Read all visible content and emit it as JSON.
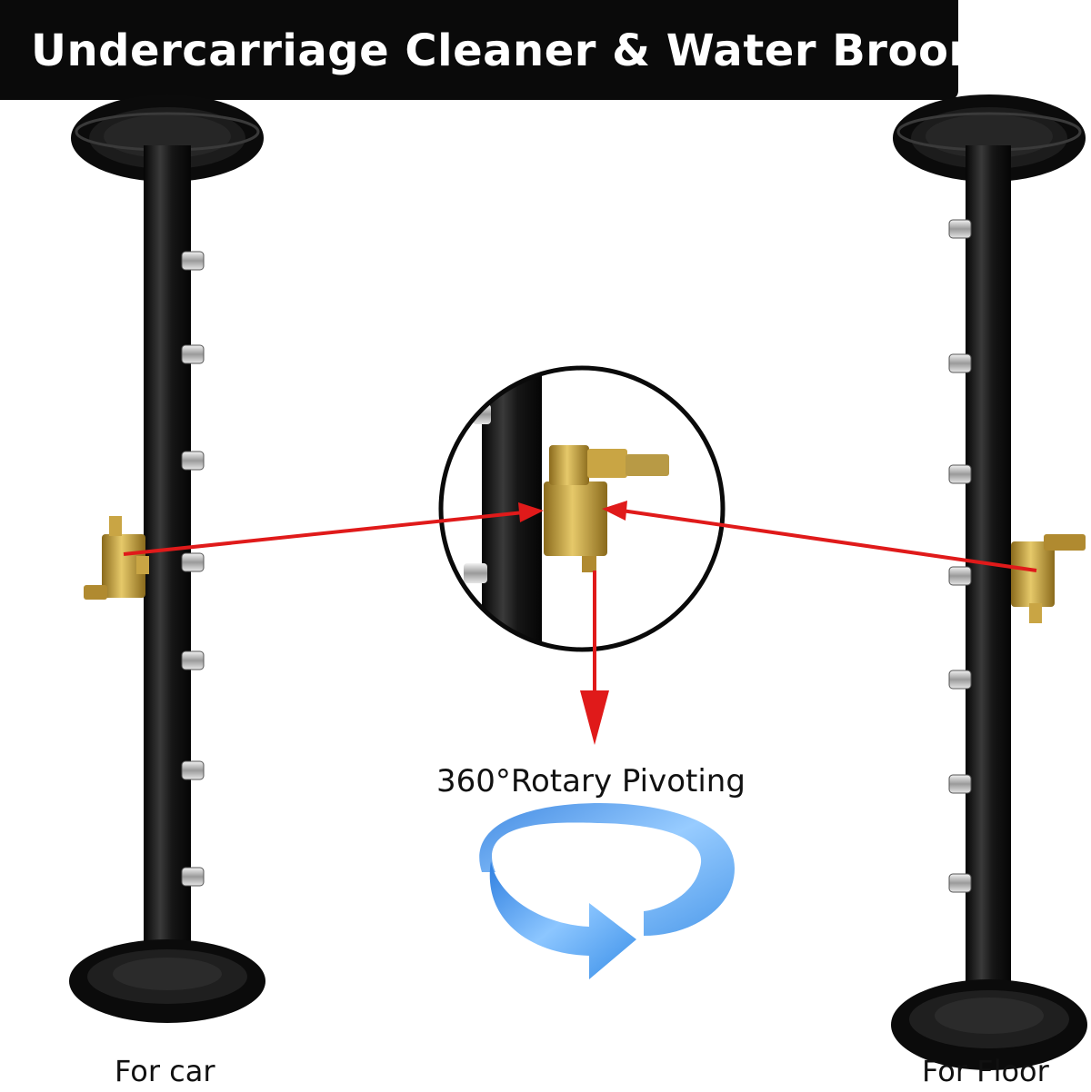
{
  "title": "Undercarriage Cleaner & Water Broom",
  "labels": {
    "left": "For car",
    "right": "For Floor",
    "feature": "360°Rotary Pivoting"
  },
  "colors": {
    "title_background": "#0a0a0a",
    "title_text": "#ffffff",
    "arrow": "#e01a1a",
    "brass": "#c9a544",
    "bar": "#151515",
    "rotation_arrow": "#4a9be8"
  }
}
